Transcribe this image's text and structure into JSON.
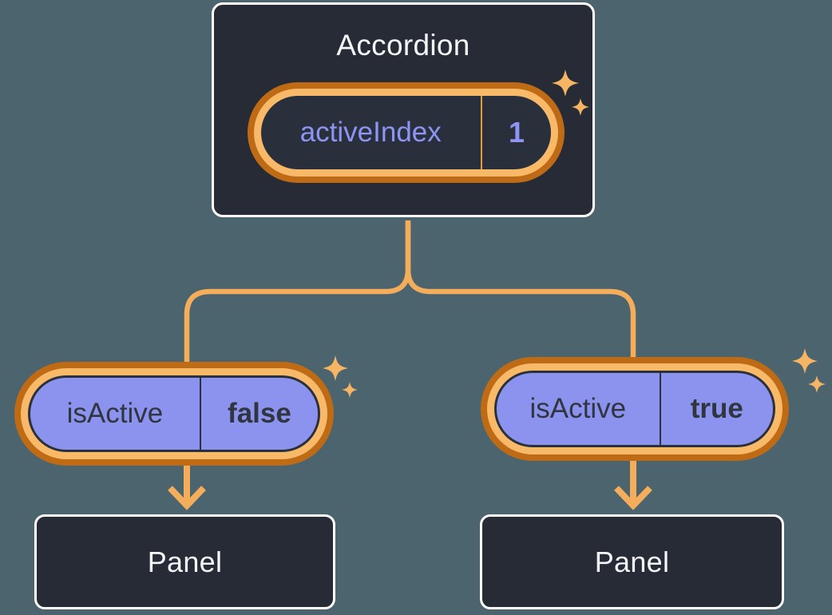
{
  "colors": {
    "background": "#4C646D",
    "card-bg": "#262B35",
    "card-border": "#FFFFFF",
    "card-text": "#F5F6F8",
    "pill-interior": "#2A303B",
    "ring-outer": "#BF6A15",
    "ring-inner": "#F8B969",
    "pill-purple": "#8B93EE",
    "pill-dark": "#2B313B",
    "prop-text": "#30353F",
    "state-text": "#8D94F4",
    "divider": "#DD9C3D",
    "connector": "#F3AD5B",
    "sparkle": "#F6B564"
  },
  "accordion": {
    "title": "Accordion",
    "state": {
      "name": "activeIndex",
      "value": "1"
    }
  },
  "children": [
    {
      "prop": {
        "name": "isActive",
        "value": "false"
      },
      "panel_label": "Panel"
    },
    {
      "prop": {
        "name": "isActive",
        "value": "true"
      },
      "panel_label": "Panel"
    }
  ],
  "icons": {
    "sparkle": "✦",
    "arrow-down": "↓"
  }
}
